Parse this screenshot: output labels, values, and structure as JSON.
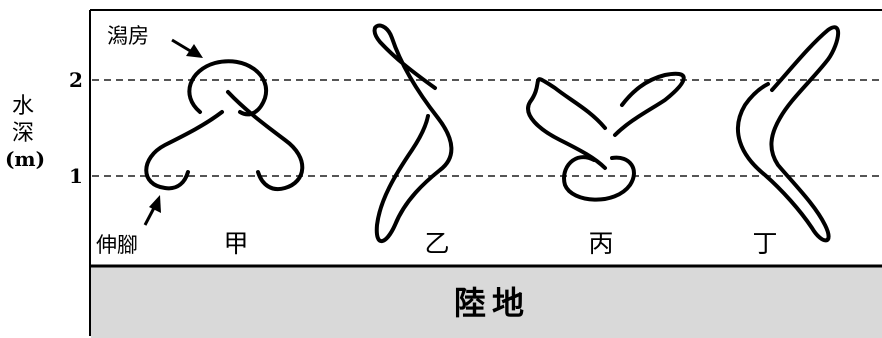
{
  "axis": {
    "title_line1": "水",
    "title_line2": "深",
    "unit": "(m)",
    "ticks": [
      "2",
      "1"
    ]
  },
  "annotations": {
    "reef_flat": "潟房",
    "spur": "伸腳"
  },
  "shapes": [
    {
      "id": "jia",
      "label": "甲"
    },
    {
      "id": "yi",
      "label": "乙"
    },
    {
      "id": "bing",
      "label": "丙"
    },
    {
      "id": "ding",
      "label": "丁"
    }
  ],
  "land": {
    "label": "陸地",
    "color": "#d9d9d9"
  }
}
